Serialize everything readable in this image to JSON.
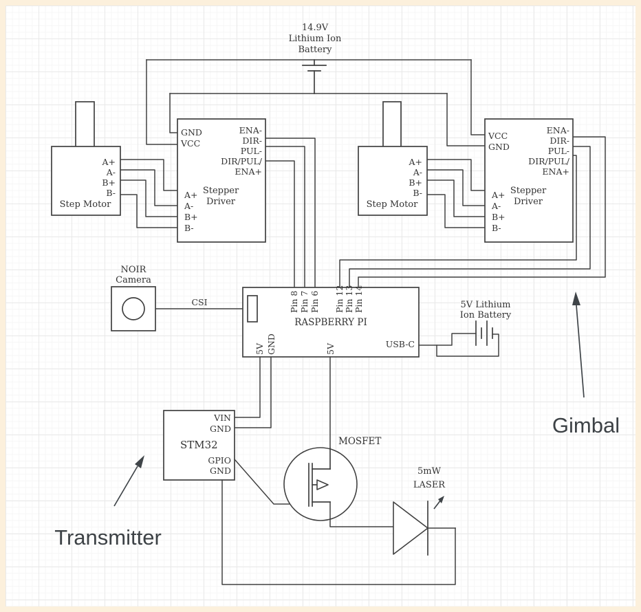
{
  "colors": {
    "frame": "#fcf0dc",
    "canvas": "#ffffff",
    "line": "#404040",
    "text": "#333333",
    "annotation": "#3d4246"
  },
  "battery_main": {
    "line1": "14.9V",
    "line2": "Lithium Ion",
    "line3": "Battery"
  },
  "battery_aux": {
    "line1": "5V Lithium",
    "line2": "Ion Battery"
  },
  "motor_left": {
    "label": "Step Motor",
    "pin1": "A+",
    "pin2": "A-",
    "pin3": "B+",
    "pin4": "B-"
  },
  "motor_right": {
    "label": "Step Motor",
    "pin1": "A+",
    "pin2": "A-",
    "pin3": "B+",
    "pin4": "B-"
  },
  "driver_left": {
    "name1": "Stepper",
    "name2": "Driver",
    "top1": "GND",
    "top2": "VCC",
    "out1": "ENA-",
    "out2": "DIR-",
    "out3": "PUL-",
    "out4": "DIR/PUL/",
    "out5": "ENA+",
    "in1": "A+",
    "in2": "A-",
    "in3": "B+",
    "in4": "B-"
  },
  "driver_right": {
    "name1": "Stepper",
    "name2": "Driver",
    "top1": "VCC",
    "top2": "GND",
    "out1": "ENA-",
    "out2": "DIR-",
    "out3": "PUL-",
    "out4": "DIR/PUL/",
    "out5": "ENA+",
    "in1": "A+",
    "in2": "A-",
    "in3": "B+",
    "in4": "B-"
  },
  "camera": {
    "line1": "NOIR",
    "line2": "Camera",
    "bus": "CSI"
  },
  "pi": {
    "label": "RASPBERRY PI",
    "pin_top1": "Pin 8",
    "pin_top2": "Pin 7",
    "pin_top3": "Pin 6",
    "pin_top4": "Pin 12",
    "pin_top5": "Pin 13",
    "pin_top6": "Pin 14",
    "pin_bot1": "5V",
    "pin_bot2": "GND",
    "pin_bot3": "5V",
    "port": "USB-C"
  },
  "stm32": {
    "label": "STM32",
    "pin1": "VIN",
    "pin2": "GND",
    "pin3": "GPIO",
    "pin4": "GND"
  },
  "mosfet": {
    "label": "MOSFET"
  },
  "laser": {
    "line1": "5mW",
    "line2": "LASER"
  },
  "callouts": {
    "gimbal": "Gimbal",
    "transmitter": "Transmitter"
  }
}
